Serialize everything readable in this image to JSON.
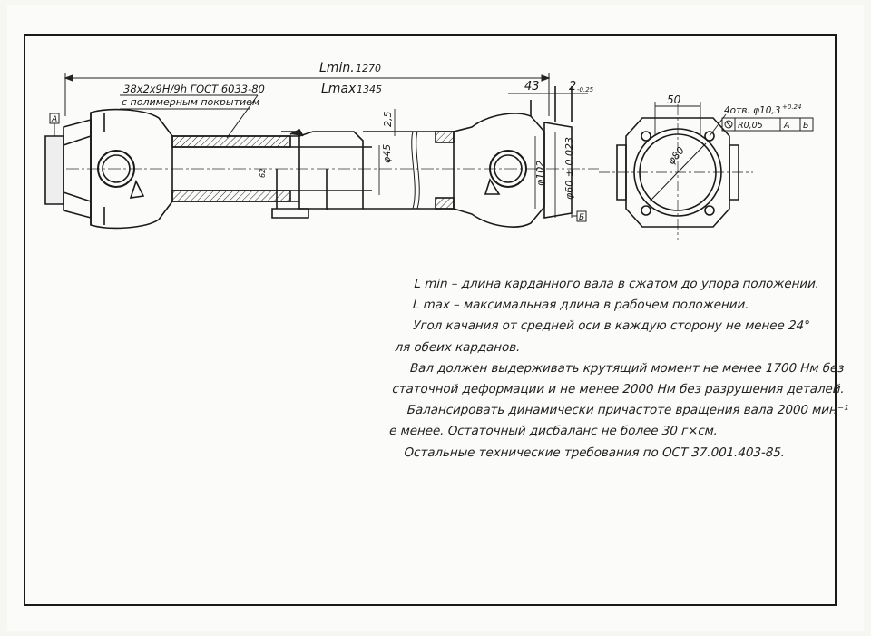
{
  "drawing": {
    "dimensions": {
      "l_min_label": "Lmin.",
      "l_min_value": "1270",
      "l_max_label": "Lmax",
      "l_max_value": "1345",
      "spline_spec": "38x2x9H/9h ГОСТ 6033-80",
      "coating_note": "с полимерным покрытием",
      "dim_43": "43",
      "dim_2": "2",
      "dim_2_tol": "-0.25",
      "dim_25": "2,5",
      "dia_45": "φ45",
      "dia_102": "φ102",
      "dia_60": "φ60 ± 0,023",
      "dim_62": "62",
      "dim_50": "50",
      "dia_80": "φ80",
      "holes_note": "4отв. φ10,3",
      "holes_tol": "+0.24",
      "tol_frame_1": "R0,05",
      "tol_frame_2": "А",
      "tol_frame_3": "Б",
      "datum_a": "А",
      "datum_b": "Б"
    }
  },
  "notes": [
    "L min – длина карданного вала в сжатом до упора положении.",
    "L max – максимальная длина в рабочем положении.",
    "Угол качания от средней оси в каждую сторону не менее 24°",
    "ля обеих карданов.",
    "Вал должен выдерживать крутящий момент не менее 1700 Нм без",
    "статочной деформации и не менее 2000 Нм без разрушения деталей.",
    "Балансировать динамически причастоте вращения вала 2000 мин⁻¹",
    "е менее. Остаточный дисбаланс не более 30 г×см.",
    "Остальные технические требования по ОСТ 37.001.403-85."
  ]
}
